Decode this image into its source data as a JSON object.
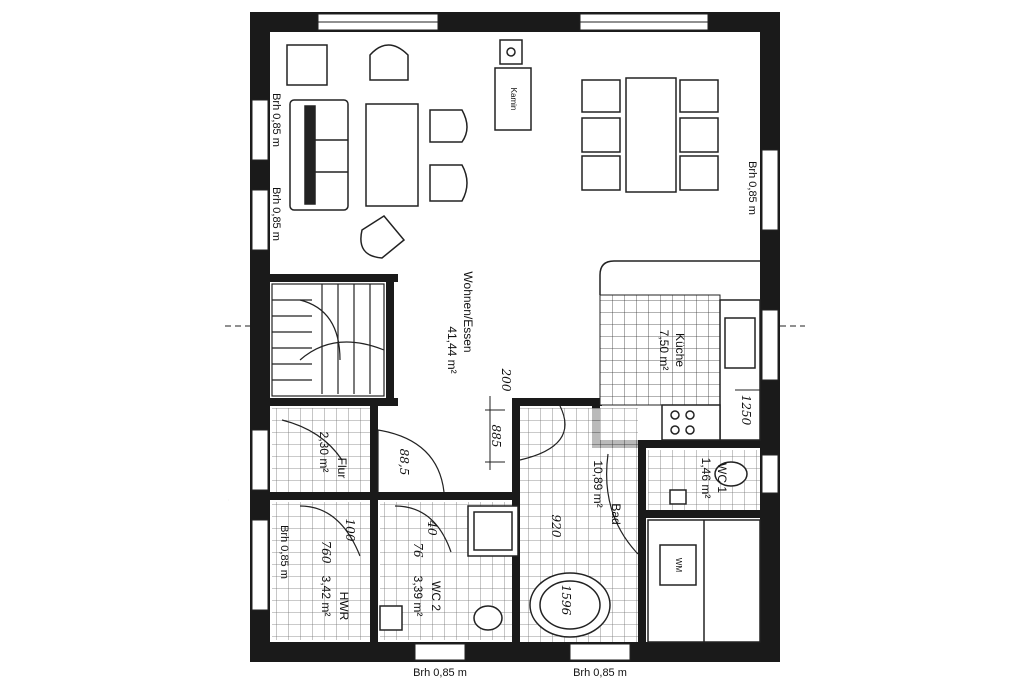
{
  "rooms": {
    "wohnen": {
      "name": "Wohnen/Essen",
      "area": "41,44 m²"
    },
    "kueche": {
      "name": "Küche",
      "area": "7,50 m²"
    },
    "flur": {
      "name": "Flur",
      "area": "2,30 m²"
    },
    "bad": {
      "name": "Bad",
      "area": "10,89 m²"
    },
    "wc1": {
      "name": "WC 1",
      "area": "1,46 m²"
    },
    "hwr": {
      "name": "HWR",
      "area": "3,42 m²"
    },
    "wc2": {
      "name": "WC 2",
      "area": "3,39 m²"
    }
  },
  "window_labels": {
    "left_top": "Brh 0,85 m",
    "left_mid": "Brh 0,85 m",
    "right": "Brh 0,85 m",
    "left_low": "Brh 0,85 m",
    "bottom_left": "Brh 0,85 m",
    "bottom_right": "Brh 0,85 m"
  },
  "annotations": {
    "wohnen_width": "885",
    "wohnen_height": "200",
    "kueche_dim": "1250",
    "flur_dim": "88,5",
    "bad_dim": "920",
    "tub_dim": "1596",
    "hwr_a": "760",
    "hwr_b": "100",
    "wc2_a": "76",
    "wc2_b": "40"
  },
  "appliance": {
    "label": "Kamin"
  },
  "washer": {
    "label": "WM"
  }
}
